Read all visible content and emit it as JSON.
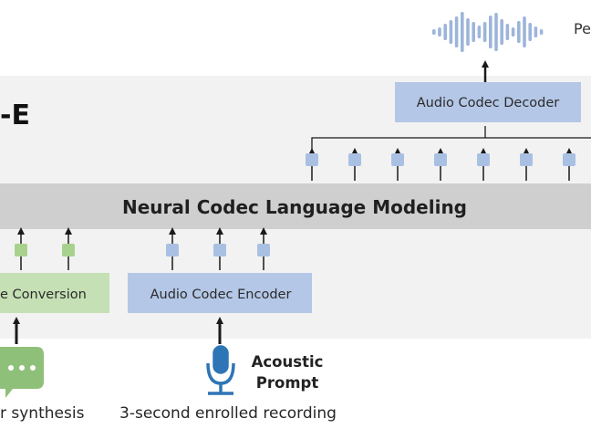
{
  "diagram": {
    "title_fragment": "-E",
    "top_right_fragment": "Pe",
    "decoder": {
      "label": "Audio Codec Decoder"
    },
    "language_model": {
      "label": "Neural Codec Language Modeling"
    },
    "phoneme_conversion": {
      "label": "e Conversion"
    },
    "encoder": {
      "label": "Audio Codec Encoder"
    },
    "acoustic_prompt": {
      "line1": "Acoustic",
      "line2": "Prompt"
    },
    "text_caption": "r synthesis",
    "recording_caption": "3-second enrolled recording",
    "output_token_count": 7,
    "phoneme_token_count": 2,
    "encoder_token_count": 3,
    "colors": {
      "panel": "#f2f2f2",
      "band": "#cfcfcf",
      "codec_box": "#b4c7e7",
      "codec_token": "#a9c0e3",
      "phoneme_box": "#c5e0b4",
      "phoneme_token": "#a9d18e",
      "chat_icon": "#8fc07a",
      "mic_icon": "#2e75b6",
      "waveform": "#9db5da",
      "arrow": "#1a1a1a"
    },
    "icons": [
      "waveform-icon",
      "chat-bubble-icon",
      "microphone-icon"
    ]
  }
}
